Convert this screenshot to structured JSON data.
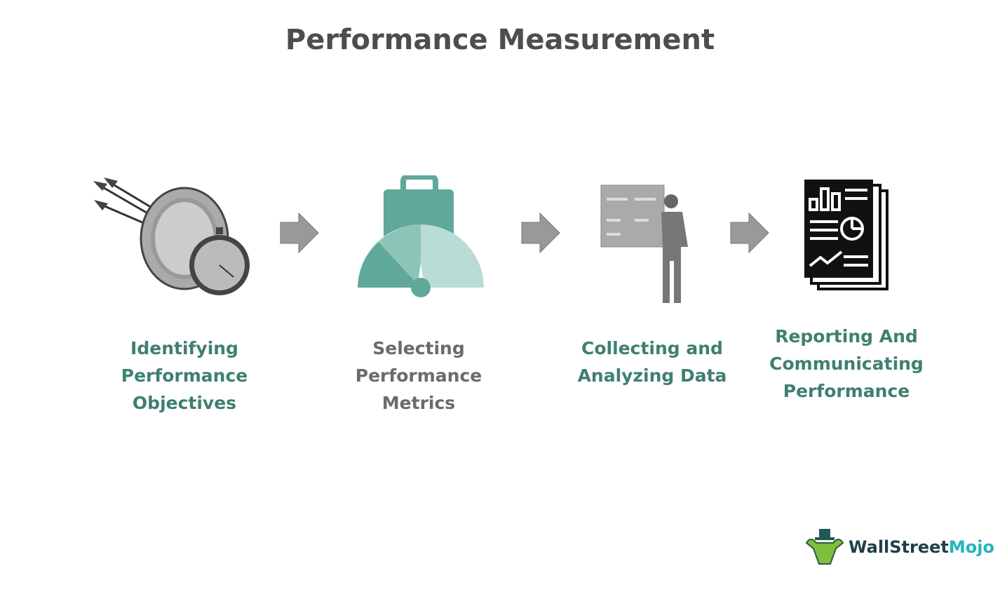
{
  "title": "Performance Measurement",
  "steps": [
    {
      "label_lines": [
        "Identifying",
        "Performance",
        "Objectives"
      ],
      "icon": "target-stopwatch-icon"
    },
    {
      "label_lines": [
        "Selecting",
        "Performance",
        "Metrics"
      ],
      "icon": "briefcase-gauge-icon"
    },
    {
      "label_lines": [
        "Collecting and",
        "Analyzing Data"
      ],
      "icon": "person-dashboard-icon"
    },
    {
      "label_lines": [
        "Reporting And",
        "Communicating",
        "Performance"
      ],
      "icon": "report-documents-icon"
    }
  ],
  "logo": {
    "part1": "WallStreet",
    "part2": "Mojo"
  },
  "colors": {
    "teal": "#3f7f72",
    "grey_label": "#6b6b6b",
    "title": "#4d4d4d"
  }
}
